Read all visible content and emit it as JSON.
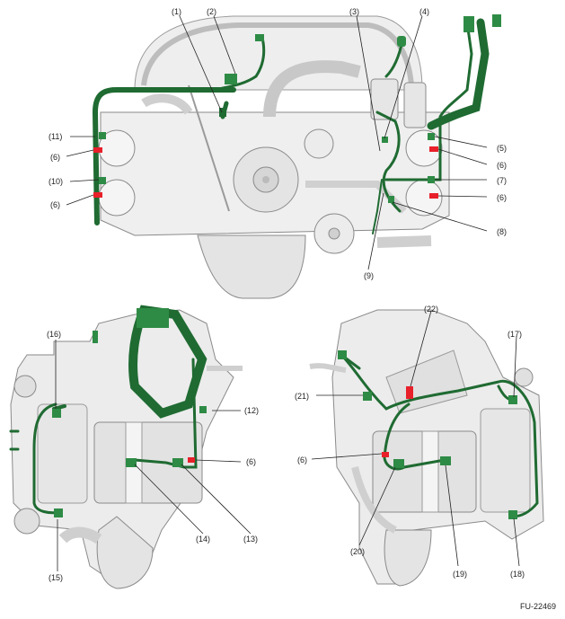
{
  "figure_id": "FU-22469",
  "colors": {
    "harness": "#1f6b32",
    "harness_light": "#2e8b45",
    "clip": "#e8202a",
    "engine": "#e8e8e8",
    "engine_shade": "#c8c8c8",
    "outline": "#8a8a8a"
  },
  "views": [
    {
      "name": "front-view"
    },
    {
      "name": "left-side-view"
    },
    {
      "name": "right-side-view"
    }
  ],
  "callouts": {
    "c1": "(1)",
    "c2": "(2)",
    "c3": "(3)",
    "c4": "(4)",
    "c5": "(5)",
    "c6a": "(6)",
    "c6b": "(6)",
    "c6c": "(6)",
    "c6d": "(6)",
    "c6e": "(6)",
    "c6f": "(6)",
    "c7": "(7)",
    "c8": "(8)",
    "c9": "(9)",
    "c10": "(10)",
    "c11": "(11)",
    "c12": "(12)",
    "c13": "(13)",
    "c14": "(14)",
    "c15": "(15)",
    "c16": "(16)",
    "c17": "(17)",
    "c18": "(18)",
    "c19": "(19)",
    "c20": "(20)",
    "c21": "(21)",
    "c22": "(22)"
  }
}
